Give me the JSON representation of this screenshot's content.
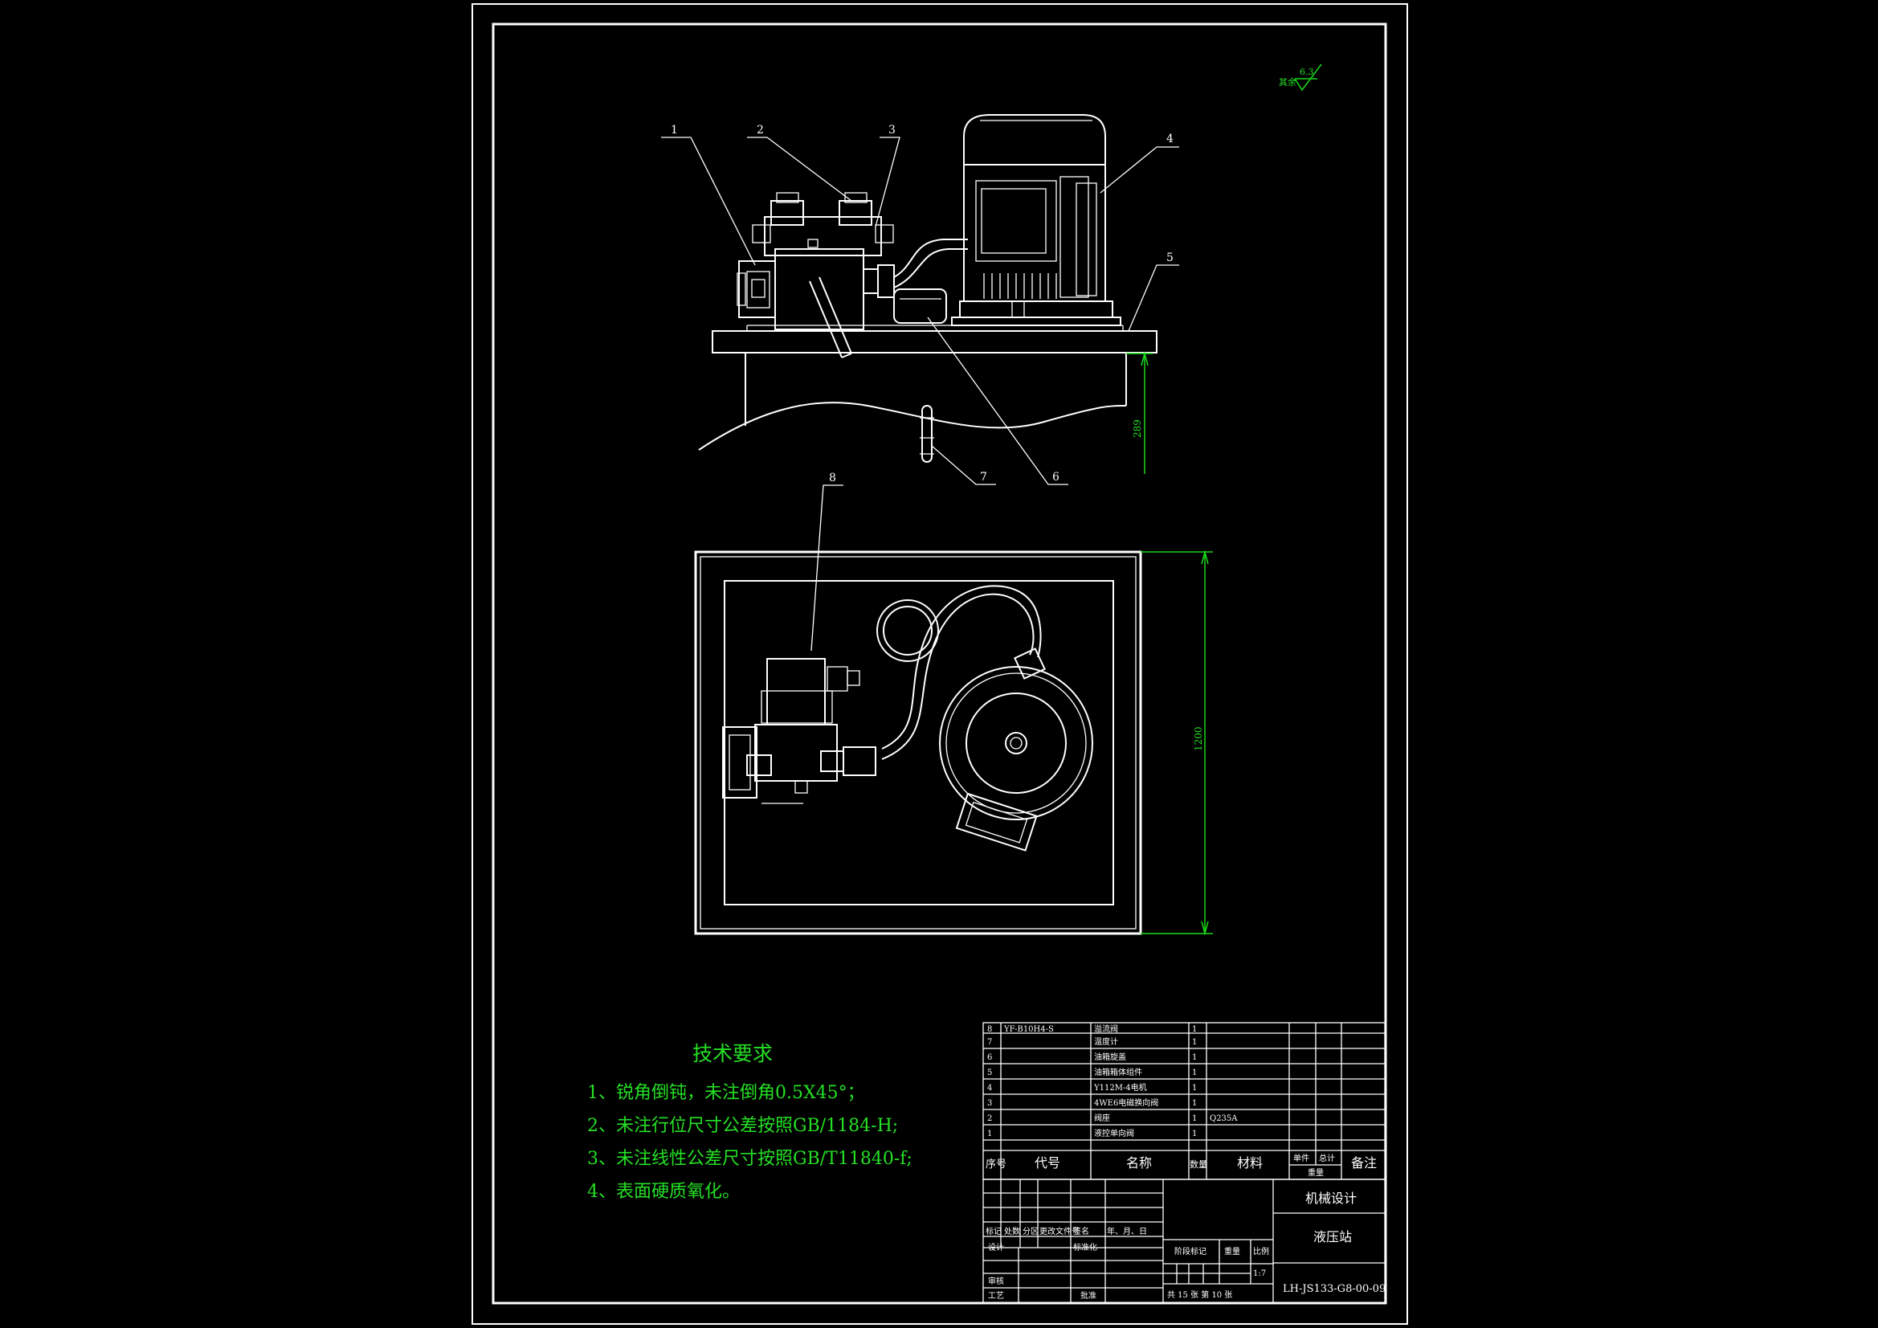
{
  "surface_finish": {
    "label": "其余",
    "value": "6.3"
  },
  "balloons": [
    "1",
    "2",
    "3",
    "4",
    "5",
    "6",
    "7",
    "8"
  ],
  "dimensions": {
    "height": "289",
    "width": "1200"
  },
  "tech_requirements": {
    "title": "技术要求",
    "items": [
      "1、锐角倒钝，未注倒角0.5X45°；",
      "2、未注行位尺寸公差按照GB/1184-H;",
      "3、未注线性公差尺寸按照GB/T11840-f;",
      "4、表面硬质氧化。"
    ]
  },
  "bom": {
    "rows": [
      {
        "no": "8",
        "code": "YF-B10H4-S",
        "name": "溢流阀",
        "qty": "1",
        "material": ""
      },
      {
        "no": "7",
        "code": "",
        "name": "温度计",
        "qty": "1",
        "material": ""
      },
      {
        "no": "6",
        "code": "",
        "name": "油箱旋盖",
        "qty": "1",
        "material": ""
      },
      {
        "no": "5",
        "code": "",
        "name": "油箱箱体组件",
        "qty": "1",
        "material": ""
      },
      {
        "no": "4",
        "code": "",
        "name": "Y112M-4电机",
        "qty": "1",
        "material": ""
      },
      {
        "no": "3",
        "code": "",
        "name": "4WE6电磁换向阀",
        "qty": "1",
        "material": ""
      },
      {
        "no": "2",
        "code": "",
        "name": "阀座",
        "qty": "1",
        "material": "Q235A"
      },
      {
        "no": "1",
        "code": "",
        "name": "液控单向阀",
        "qty": "1",
        "material": ""
      }
    ],
    "headers": {
      "no": "序号",
      "code": "代号",
      "name": "名称",
      "qty": "数量",
      "material": "材料",
      "unit": "单件",
      "total": "总计",
      "weight": "重量",
      "remark": "备注"
    }
  },
  "title_block": {
    "company": "机械设计",
    "drawing_name": "液压站",
    "drawing_no": "LH-JS133-G8-00-09",
    "scale_label": "比例",
    "scale": "1:7",
    "stage_label": "阶段标记",
    "weight_label": "重量",
    "sheet_text": "共 15 张  第 10 张",
    "rev_labels": [
      "标记",
      "处数",
      "分区",
      "更改文件号",
      "签名",
      "年、月、日"
    ],
    "design": "设计",
    "standard": "标准化",
    "review": "审核",
    "process": "工艺",
    "approve": "批准"
  }
}
